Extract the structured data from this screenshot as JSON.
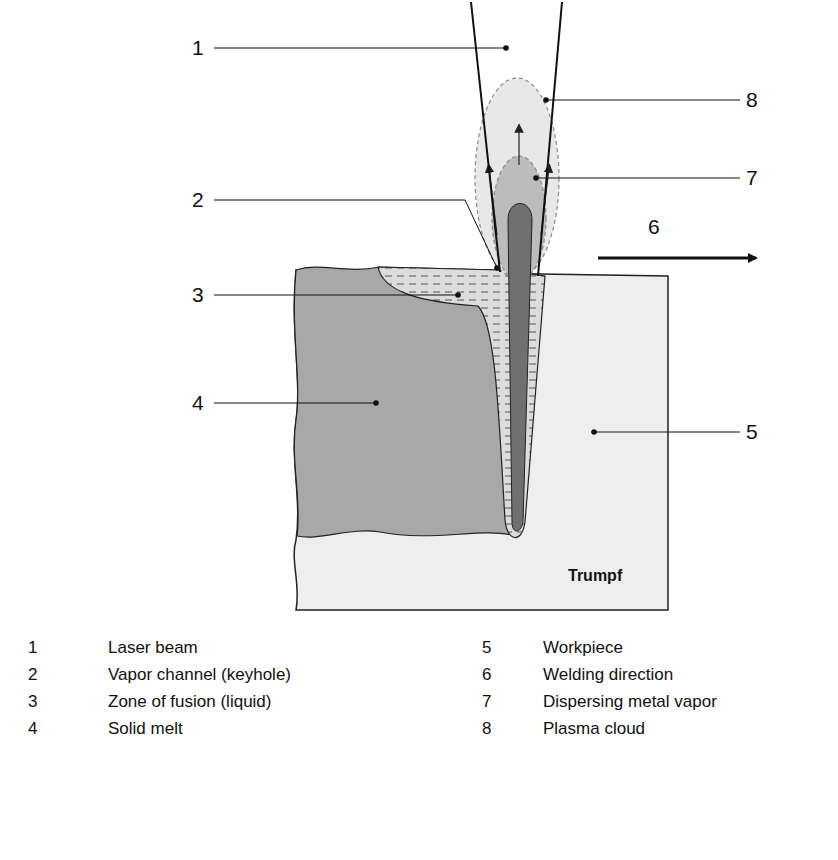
{
  "diagram": {
    "labels": [
      "1",
      "2",
      "3",
      "4",
      "5",
      "6",
      "7",
      "8",
      "Trumpf",
      "1",
      "Laser beam",
      "2",
      "Vapor channel (keyhole)",
      "3",
      "Zone of fusion (liquid)",
      "4",
      "Solid melt",
      "5",
      "Workpiece",
      "6",
      "Welding direction",
      "7",
      "Dispersing metal vapor",
      "8",
      "Plasma cloud"
    ]
  }
}
